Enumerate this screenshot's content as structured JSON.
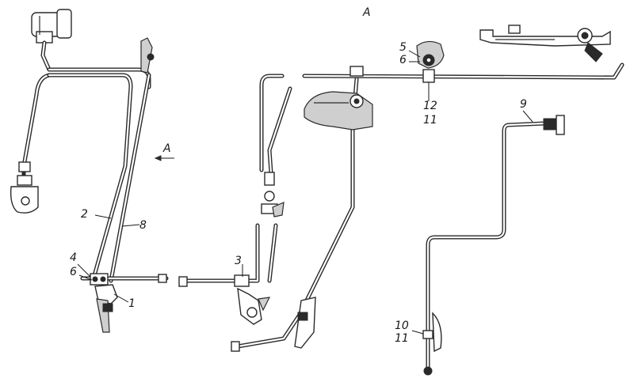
{
  "view_label": "А",
  "arrow_label": "А",
  "callouts": [
    {
      "id": "c1",
      "text": "1"
    },
    {
      "id": "c2",
      "text": "2"
    },
    {
      "id": "c3",
      "text": "3"
    },
    {
      "id": "c4",
      "text": "4"
    },
    {
      "id": "c5",
      "text": "5"
    },
    {
      "id": "c6a",
      "text": "6"
    },
    {
      "id": "c6b",
      "text": "6"
    },
    {
      "id": "c8",
      "text": "8"
    },
    {
      "id": "c9",
      "text": "9"
    },
    {
      "id": "c10",
      "text": "10"
    },
    {
      "id": "c11a",
      "text": "11"
    },
    {
      "id": "c11b",
      "text": "11"
    },
    {
      "id": "c12",
      "text": "12"
    }
  ]
}
